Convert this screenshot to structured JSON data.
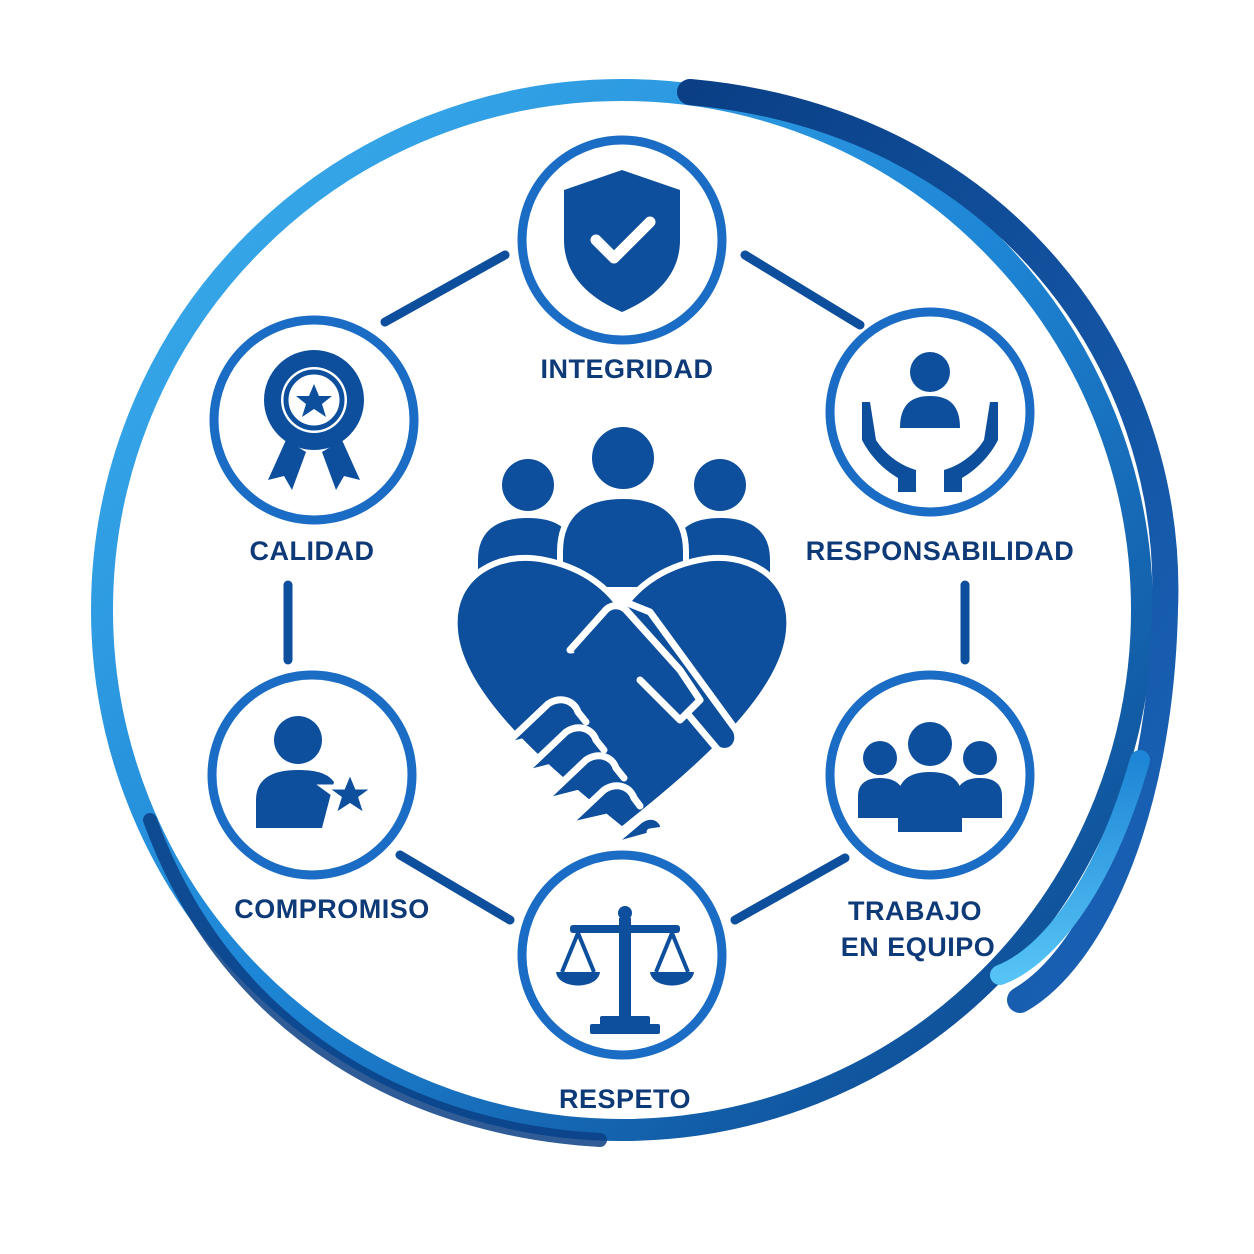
{
  "values": [
    {
      "id": "integridad",
      "label": "INTEGRIDAD",
      "icon": "shield-check-icon"
    },
    {
      "id": "responsabilidad",
      "label": "RESPONSABILIDAD",
      "icon": "hands-holding-person-icon"
    },
    {
      "id": "trabajo-en-equipo",
      "label_line1": "TRABAJO",
      "label_line2": "EN EQUIPO",
      "icon": "team-group-icon"
    },
    {
      "id": "respeto",
      "label": "RESPETO",
      "icon": "balance-scale-icon"
    },
    {
      "id": "compromiso",
      "label": "COMPROMISO",
      "icon": "person-star-icon"
    },
    {
      "id": "calidad",
      "label": "CALIDAD",
      "icon": "award-ribbon-icon"
    }
  ],
  "center": {
    "icon": "people-heart-handshake-icon"
  },
  "colors": {
    "primary": "#0d4f9c",
    "ring_light": "#3fb1ee",
    "ring_mid": "#1e86d6",
    "ring_dark": "#0a3f85",
    "node_stroke": "#1a6cc4",
    "text": "#0f3a78"
  }
}
